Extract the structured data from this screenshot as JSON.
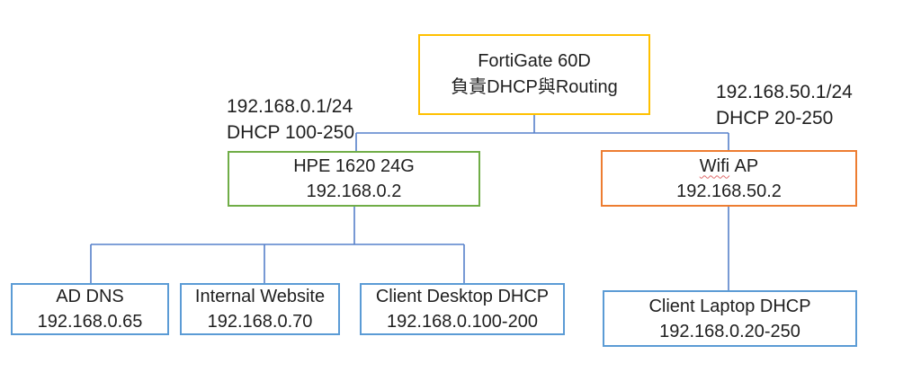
{
  "diagram": {
    "nodes": {
      "fortigate": {
        "line1": "FortiGate 60D",
        "line2": "負責DHCP與Routing"
      },
      "hpe_switch": {
        "line1": "HPE 1620 24G",
        "line2": "192.168.0.2"
      },
      "wifi_ap": {
        "line1_word": "Wifi",
        "line1_rest": "AP",
        "line2": "192.168.50.2"
      },
      "ad_dns": {
        "line1": "AD DNS",
        "line2": "192.168.0.65"
      },
      "internal_website": {
        "line1": "Internal Website",
        "line2": "192.168.0.70"
      },
      "client_desktop": {
        "line1": "Client Desktop DHCP",
        "line2": "192.168.0.100-200"
      },
      "client_laptop": {
        "line1": "Client Laptop DHCP",
        "line2": "192.168.0.20-250"
      }
    },
    "annotations": {
      "lan_subnet": {
        "line1": "192.168.0.1/24",
        "line2": "DHCP 100-250"
      },
      "wifi_subnet": {
        "line1": "192.168.50.1/24",
        "line2": "DHCP 20-250"
      }
    },
    "colors": {
      "fortigate_border": "#FFC000",
      "switch_border": "#70AD47",
      "wifi_border": "#ED7D31",
      "leaf_border": "#5B9BD5",
      "connector": "#4472C4",
      "text": "#1F1F1F",
      "spellcheck": "#E06C6C"
    }
  }
}
